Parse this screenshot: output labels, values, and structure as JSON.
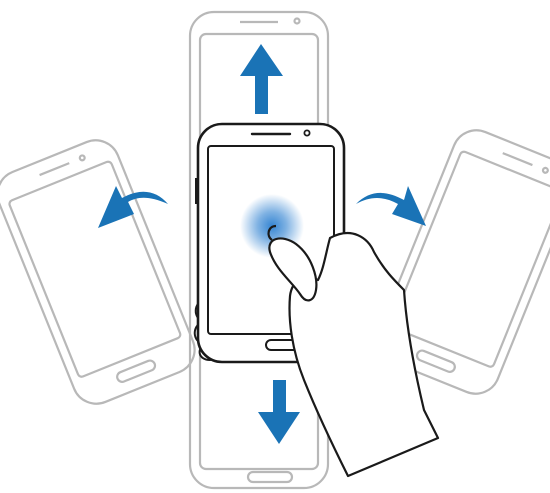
{
  "diagram": {
    "kind": "gesture-illustration",
    "gesture": "tilt-and-move-device-while-touching-screen",
    "directions": [
      "up",
      "down",
      "left",
      "right"
    ],
    "colors": {
      "arrow": "#1a73b6",
      "touch_glow": "#2b7fd0",
      "ghost_phone_outline": "#b8b8b8",
      "main_phone_outline": "#1a1a1a",
      "hand_outline": "#1a1a1a",
      "background": "#ffffff"
    },
    "icons": [
      "arrow-up-icon",
      "arrow-down-icon",
      "curved-arrow-left-icon",
      "curved-arrow-right-icon",
      "touch-point-icon"
    ]
  }
}
